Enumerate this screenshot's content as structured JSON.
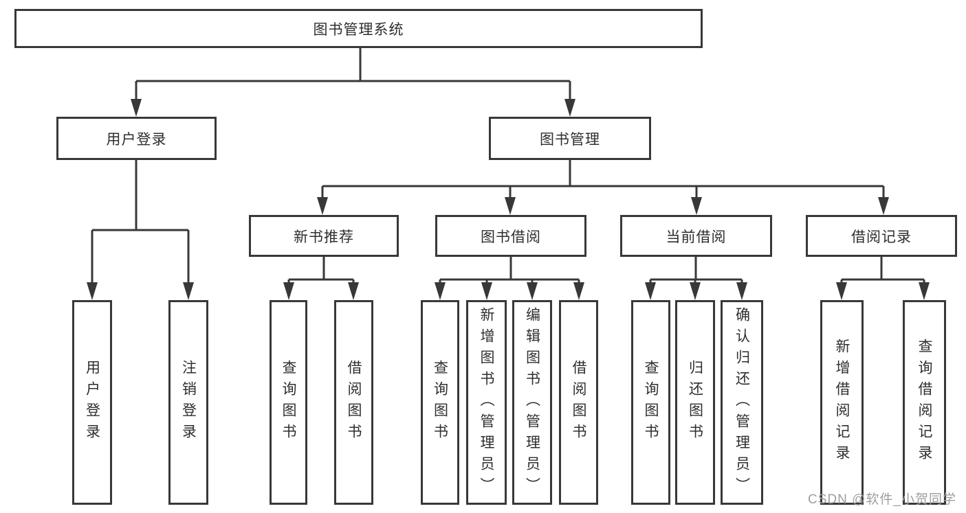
{
  "tree": {
    "root": "图书管理系统",
    "user_login": {
      "label": "用户登录",
      "children": [
        "用户登录",
        "注销登录"
      ]
    },
    "book_management": {
      "label": "图书管理",
      "sections": [
        {
          "label": "新书推荐",
          "children": [
            "查询图书",
            "借阅图书"
          ]
        },
        {
          "label": "图书借阅",
          "children": [
            "查询图书",
            "新增图书（管理员）",
            "编辑图书（管理员）",
            "借阅图书"
          ]
        },
        {
          "label": "当前借阅",
          "children": [
            "查询图书",
            "归还图书",
            "确认归还（管理员）"
          ]
        },
        {
          "label": "借阅记录",
          "children": [
            "新增借阅记录",
            "查询借阅记录"
          ]
        }
      ]
    }
  },
  "watermark": "CSDN @软件_小贺同学",
  "colors": {
    "line": "#383838",
    "text": "#2e2e2e",
    "watermark": "#9e9e9e"
  }
}
